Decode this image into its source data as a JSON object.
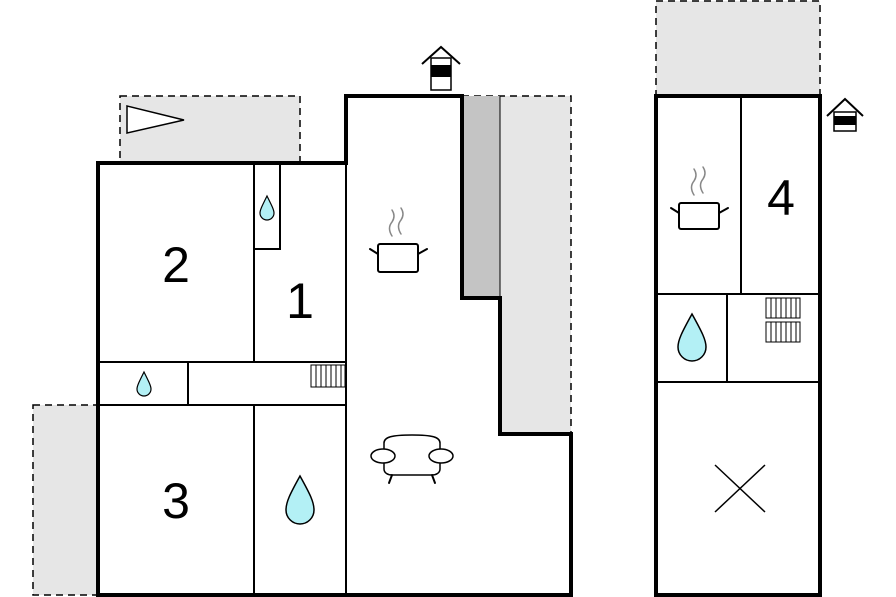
{
  "colors": {
    "wall": "#000000",
    "terrace": "#e6e6e6",
    "shade": "#c4c4c4",
    "water": "#b3f0f5"
  },
  "rooms": [
    {
      "id": "room-1",
      "label": "1"
    },
    {
      "id": "room-2",
      "label": "2"
    },
    {
      "id": "room-3",
      "label": "3"
    },
    {
      "id": "room-4",
      "label": "4"
    }
  ],
  "icons": [
    "entrance-icon",
    "kitchen-pot-icon",
    "sofa-icon",
    "water-drop-icon",
    "radiator-icon",
    "terrace-flag-icon",
    "cross-icon"
  ]
}
